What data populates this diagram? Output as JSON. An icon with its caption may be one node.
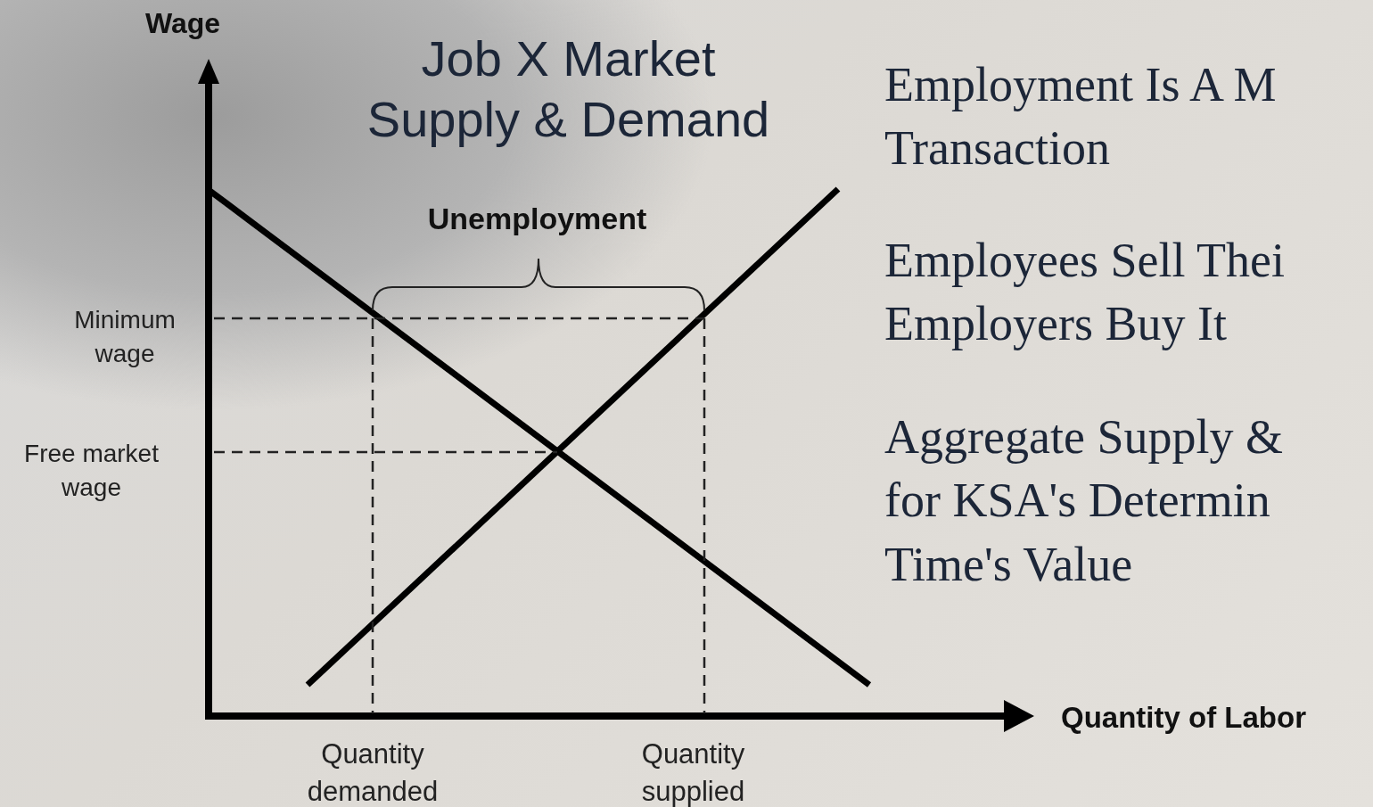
{
  "diagram": {
    "title": "Job X Market Supply & Demand",
    "labels": [
      "Wage",
      "Unemployment",
      "Minimum wage",
      "Free market wage",
      "Quantity of Labor",
      "Quantity demanded",
      "Quantity supplied",
      "Employment Is A M Transaction",
      "Employees Sell Thei Employers Buy It",
      "Aggregate Supply & for KSA's Determin Time's Value"
    ]
  }
}
